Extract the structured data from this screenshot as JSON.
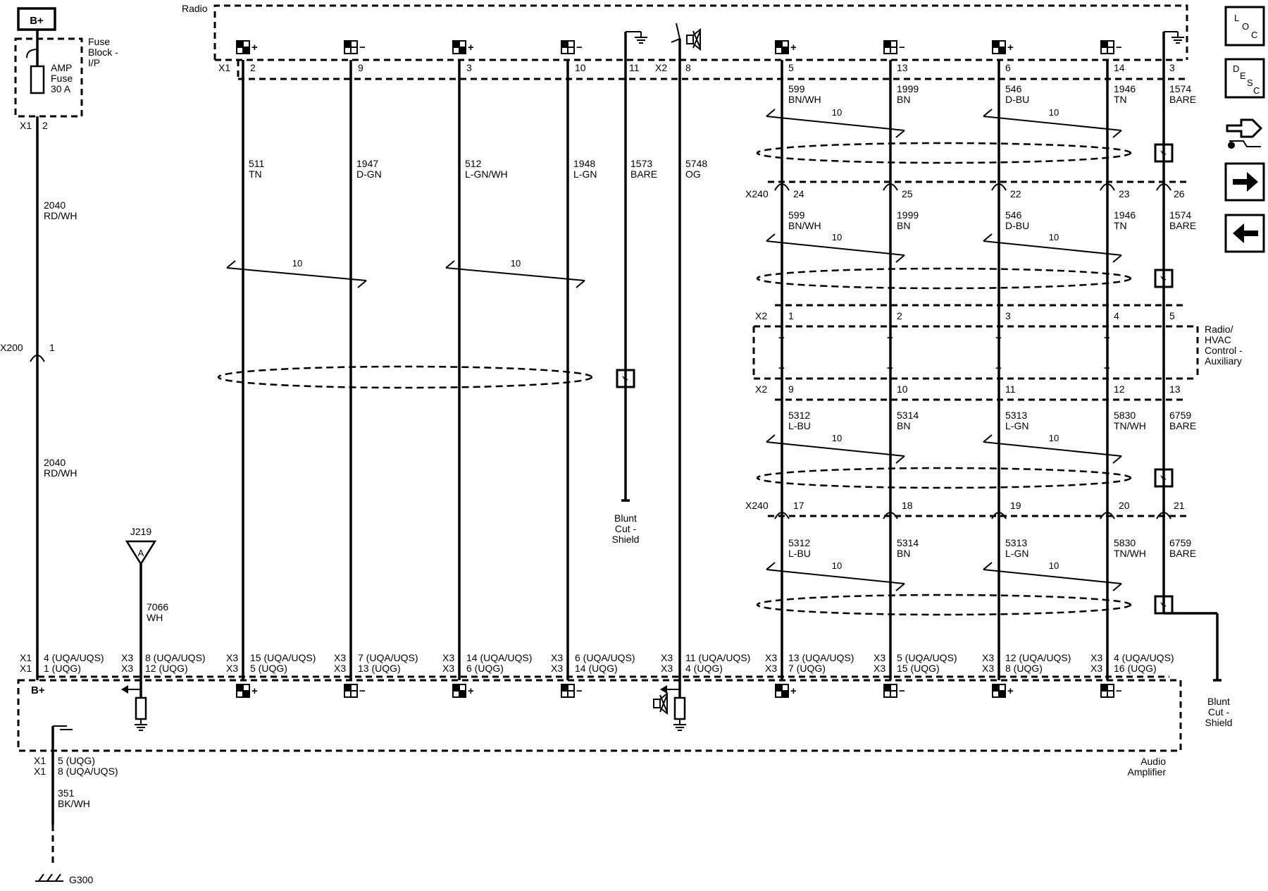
{
  "modules": {
    "b_plus": "B+",
    "fuse_block": [
      "Fuse",
      "Block -",
      "I/P"
    ],
    "fuse": [
      "AMP",
      "Fuse",
      "30 A"
    ],
    "radio": "Radio",
    "aux": [
      "Radio/",
      "HVAC",
      "Control -",
      "Auxiliary"
    ],
    "amp": [
      "Audio",
      "Amplifier"
    ],
    "blunt": [
      "Blunt",
      "Cut -",
      "Shield"
    ],
    "ground": "G300",
    "splice": "J219",
    "splice_letter": "A"
  },
  "connectors": {
    "x1": "X1",
    "x2": "X2",
    "x3": "X3",
    "x200": "X200",
    "x240": "X240"
  },
  "twist_label": "10",
  "fuse_out": {
    "conn": "X1",
    "pin": "2"
  },
  "x200_pin": "1",
  "power_wire": {
    "num": "2040",
    "color": "RD/WH"
  },
  "splice_wire": {
    "num": "7066",
    "color": "WH"
  },
  "ground_wire": {
    "num": "351",
    "color": "BK/WH"
  },
  "amp_b_plus": "B+",
  "amp_power_pins": [
    "4 (UQA/UQS)",
    "1 (UQG)"
  ],
  "amp_splice_pins": [
    "8 (UQA/UQS)",
    "12 (UQG)"
  ],
  "amp_ground_pins": [
    "5 (UQG)",
    "8 (UQA/UQS)"
  ],
  "left_wires": [
    {
      "radio_pin": "2",
      "num": "511",
      "color": "TN",
      "sign": "+",
      "amp": [
        "15 (UQA/UQS)",
        "5 (UQG)"
      ]
    },
    {
      "radio_pin": "9",
      "num": "1947",
      "color": "D-GN",
      "sign": "−",
      "amp": [
        "7 (UQA/UQS)",
        "13 (UQG)"
      ]
    },
    {
      "radio_pin": "3",
      "num": "512",
      "color": "L-GN/WH",
      "sign": "+",
      "amp": [
        "14 (UQA/UQS)",
        "6 (UQG)"
      ]
    },
    {
      "radio_pin": "10",
      "num": "1948",
      "color": "L-GN",
      "sign": "−",
      "amp": [
        "6 (UQA/UQS)",
        "14 (UQG)"
      ]
    }
  ],
  "shield_wire": {
    "radio_pin": "11",
    "num": "1573",
    "color": "BARE"
  },
  "og_wire": {
    "radio_pin": "8",
    "num": "5748",
    "color": "OG",
    "amp": [
      "11 (UQA/UQS)",
      "4 (UQG)"
    ]
  },
  "right_wires": [
    {
      "sign": "+",
      "radio_pin": "5",
      "top_num": "599",
      "top_color": "BN/WH",
      "x240_top": "24",
      "aux_top": "1",
      "aux_bot": "9",
      "bot_num": "5312",
      "bot_color": "L-BU",
      "x240_bot": "17",
      "amp": [
        "13 (UQA/UQS)",
        "7 (UQG)"
      ]
    },
    {
      "sign": "−",
      "radio_pin": "13",
      "top_num": "1999",
      "top_color": "BN",
      "x240_top": "25",
      "aux_top": "2",
      "aux_bot": "10",
      "bot_num": "5314",
      "bot_color": "BN",
      "x240_bot": "18",
      "amp": [
        "5 (UQA/UQS)",
        "15 (UQG)"
      ]
    },
    {
      "sign": "+",
      "radio_pin": "6",
      "top_num": "546",
      "top_color": "D-BU",
      "x240_top": "22",
      "aux_top": "3",
      "aux_bot": "11",
      "bot_num": "5313",
      "bot_color": "L-GN",
      "x240_bot": "19",
      "amp": [
        "12 (UQA/UQS)",
        "8 (UQG)"
      ]
    },
    {
      "sign": "−",
      "radio_pin": "14",
      "top_num": "1946",
      "top_color": "TN",
      "x240_top": "23",
      "aux_top": "4",
      "aux_bot": "12",
      "bot_num": "5830",
      "bot_color": "TN/WH",
      "x240_bot": "20",
      "amp": [
        "4 (UQA/UQS)",
        "16 (UQG)"
      ]
    }
  ],
  "drain": {
    "radio_pin": "3",
    "top_num": "1574",
    "top_color": "BARE",
    "x240_top": "26",
    "aux_top": "5",
    "aux_bot": "13",
    "bot_num": "6759",
    "bot_color": "BARE",
    "x240_bot": "21"
  },
  "nav": {
    "loc": [
      "L",
      "O",
      "C"
    ],
    "desc": [
      "D",
      "E",
      "S",
      "C"
    ]
  }
}
